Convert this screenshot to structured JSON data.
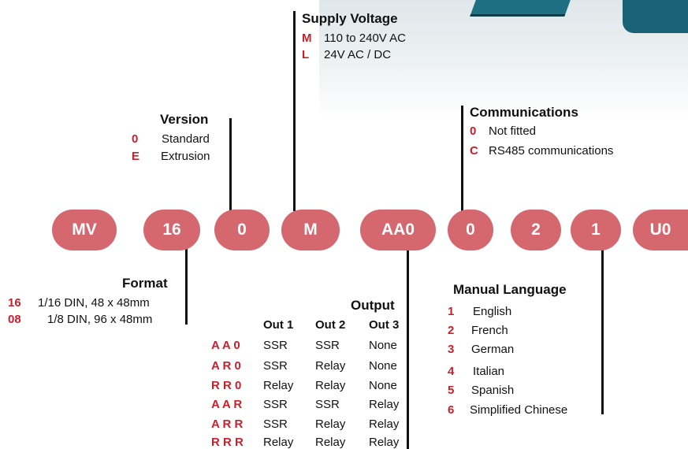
{
  "pills": [
    "MV",
    "16",
    "0",
    "M",
    "AA0",
    "0",
    "2",
    "1",
    "U0"
  ],
  "supply": {
    "title": "Supply Voltage",
    "items": [
      {
        "code": "M",
        "text": "110 to 240V AC"
      },
      {
        "code": "L",
        "text": "24V AC / DC"
      }
    ]
  },
  "version": {
    "title": "Version",
    "items": [
      {
        "code": "0",
        "text": "Standard"
      },
      {
        "code": "E",
        "text": "Extrusion"
      }
    ]
  },
  "communications": {
    "title": "Communications",
    "items": [
      {
        "code": "0",
        "text": "Not fitted"
      },
      {
        "code": "C",
        "text": "RS485 communications"
      }
    ]
  },
  "format": {
    "title": "Format",
    "items": [
      {
        "code": "16",
        "text": "1/16 DIN, 48 x 48mm"
      },
      {
        "code": "08",
        "text": "1/8 DIN, 96 x 48mm"
      }
    ]
  },
  "output": {
    "title": "Output",
    "headers": [
      "Out 1",
      "Out 2",
      "Out 3"
    ],
    "rows": [
      {
        "code": "A A 0",
        "cells": [
          "SSR",
          "SSR",
          "None"
        ]
      },
      {
        "code": "A R 0",
        "cells": [
          "SSR",
          "Relay",
          "None"
        ]
      },
      {
        "code": "R R 0",
        "cells": [
          "Relay",
          "Relay",
          "None"
        ]
      },
      {
        "code": "A A R",
        "cells": [
          "SSR",
          "SSR",
          "Relay"
        ]
      },
      {
        "code": "A R R",
        "cells": [
          "SSR",
          "Relay",
          "Relay"
        ]
      },
      {
        "code": "R R R",
        "cells": [
          "Relay",
          "Relay",
          "Relay"
        ]
      }
    ]
  },
  "language": {
    "title": "Manual Language",
    "items": [
      {
        "code": "1",
        "text": "English"
      },
      {
        "code": "2",
        "text": "French"
      },
      {
        "code": "3",
        "text": "German"
      },
      {
        "code": "4",
        "text": "Italian"
      },
      {
        "code": "5",
        "text": "Spanish"
      },
      {
        "code": "6",
        "text": "Simplified Chinese"
      }
    ]
  },
  "colors": {
    "pill": "#d5676f",
    "code": "#c8202c"
  }
}
